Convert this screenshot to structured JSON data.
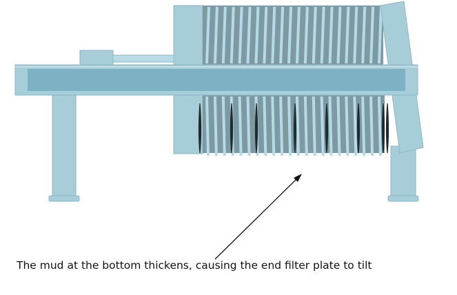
{
  "annotation": {
    "caption": "The mud at the bottom thickens, causing the end filter plate to tilt"
  },
  "colors": {
    "frame": "#a7cdd9",
    "frame_dark": "#8bb7c7",
    "beam": "#7fb1c4",
    "plates_dark": "#7d99a1",
    "plates_light": "#b4dbe6",
    "mud": "#1e2a2e",
    "arrow": "#111111"
  },
  "diagram": {
    "subject": "filter press with filter plate stack",
    "visible_plate_count": 22
  }
}
